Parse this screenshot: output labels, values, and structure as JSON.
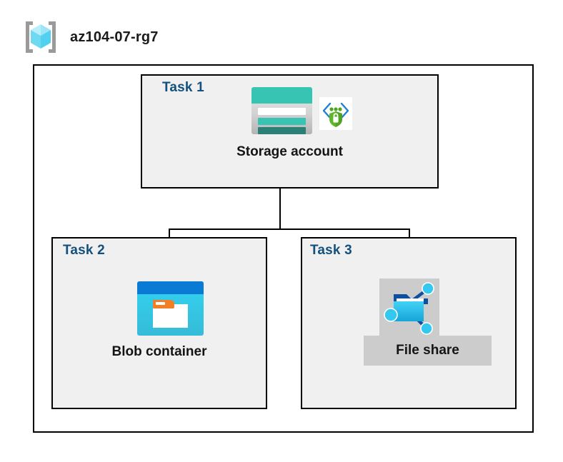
{
  "header": {
    "title": "az104-07-rg7",
    "icon": "resource-group-icon"
  },
  "diagram": {
    "tasks": [
      {
        "id": "task1",
        "label": "Task 1",
        "node_label": "Storage account",
        "icons": [
          "storage-account-icon",
          "secure-transfer-icon"
        ],
        "highlighted": false
      },
      {
        "id": "task2",
        "label": "Task 2",
        "node_label": "Blob container",
        "icons": [
          "blob-container-icon"
        ],
        "highlighted": false
      },
      {
        "id": "task3",
        "label": "Task 3",
        "node_label": "File share",
        "icons": [
          "file-share-icon"
        ],
        "highlighted": true
      }
    ],
    "connectors": [
      {
        "from": "task1",
        "to": "task2"
      },
      {
        "from": "task1",
        "to": "task3"
      }
    ]
  },
  "colors": {
    "task_label": "#14507c",
    "node_label": "#141414",
    "box_border": "#000000",
    "box_fill": "#f0f0f0",
    "highlight": "#cccccc",
    "storage_teal": "#38c4b3",
    "storage_teal_dark": "#2a8076",
    "blob_blue": "#0a7bd4",
    "blob_cyan": "#33d2f2",
    "blob_orange": "#f07f26",
    "shield_green": "#4fa521",
    "code_blue": "#1f7fd0",
    "fileshare_navy": "#0f4fa0",
    "fileshare_cyan": "#32c8f0",
    "rg_bracket_gray": "#9a9a9a",
    "rg_cube_cyan": "#9fe8fa"
  }
}
